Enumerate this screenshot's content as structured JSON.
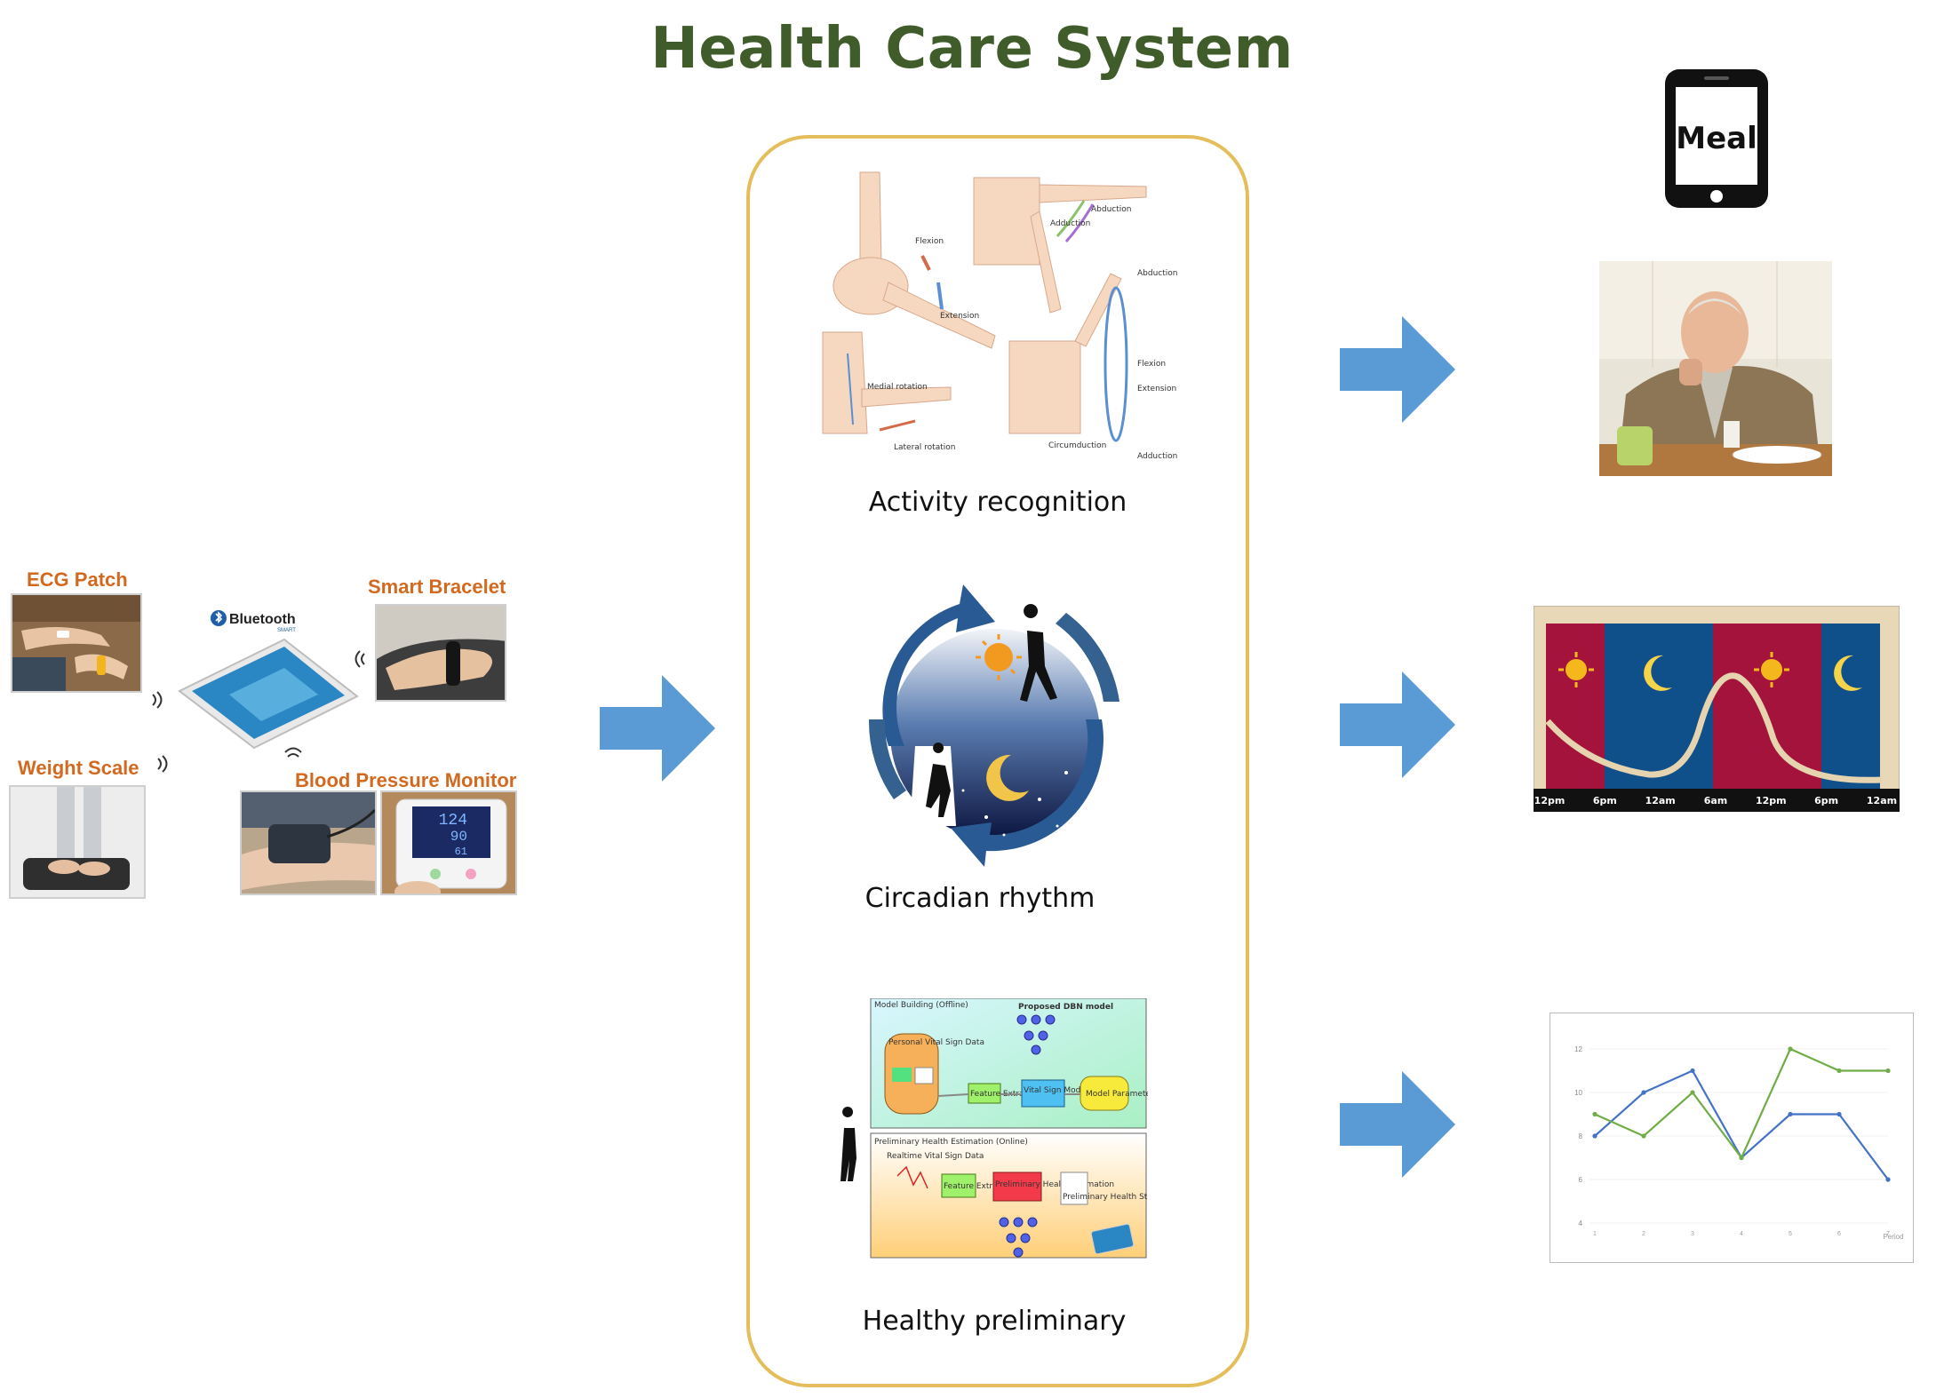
{
  "title": "Health Care System",
  "devices": {
    "ecg_patch": "ECG Patch",
    "smart_bracelet": "Smart Bracelet",
    "weight_scale": "Weight Scale",
    "blood_pressure_monitor": "Blood Pressure Monitor",
    "bluetooth": "Bluetooth",
    "bluetooth_sub": "SMART",
    "bp_readings": [
      "124",
      "90",
      "61"
    ]
  },
  "center_panel": {
    "activity_caption": "Activity recognition",
    "circadian_caption": "Circadian rhythm",
    "preliminary_caption": "Healthy preliminary",
    "activity_labels": {
      "flexion": "Flexion",
      "extension": "Extension",
      "abduction": "Abduction",
      "adduction": "Adduction",
      "medial_rotation": "Medial rotation",
      "lateral_rotation": "Lateral rotation",
      "circumduction": "Circumduction"
    },
    "flow": {
      "model_building": "Model Building (Offline)",
      "proposed_model": "Proposed DBN model",
      "personal_db": "Personal Vital Sign Data",
      "feature_extraction": "Feature Extraction",
      "learning": "Vital Sign Model Learning",
      "model_params": "Model Parameters",
      "estimation_online": "Preliminary Health Estimation (Online)",
      "realtime": "Realtime Vital Sign Data",
      "feature_extraction2": "Feature Extraction",
      "preliminary_estimation": "Preliminary Health Estimation",
      "warning": "Preliminary Health Status"
    }
  },
  "outputs": {
    "meal_label": "Meal",
    "circadian_times": [
      "12pm",
      "6pm",
      "12am",
      "6am",
      "12pm",
      "6pm",
      "12am"
    ]
  },
  "colors": {
    "title": "#3f5c2a",
    "device_label": "#d2691e",
    "panel_border": "#e4be5a",
    "arrow": "#5b9bd5",
    "band_red": "#a3133b",
    "band_blue": "#0f4f8a"
  },
  "chart_data": {
    "type": "line",
    "x": [
      1,
      2,
      3,
      4,
      5,
      6,
      7
    ],
    "xlabel": "Period",
    "ylim": [
      4,
      12
    ],
    "yticks": [
      4,
      6,
      8,
      10,
      12
    ],
    "series": [
      {
        "color": "#4472c4",
        "values": [
          8,
          10,
          11,
          7,
          9,
          9,
          6
        ]
      },
      {
        "color": "#70ad47",
        "values": [
          9,
          8,
          10,
          7,
          12,
          11,
          11
        ]
      }
    ]
  }
}
